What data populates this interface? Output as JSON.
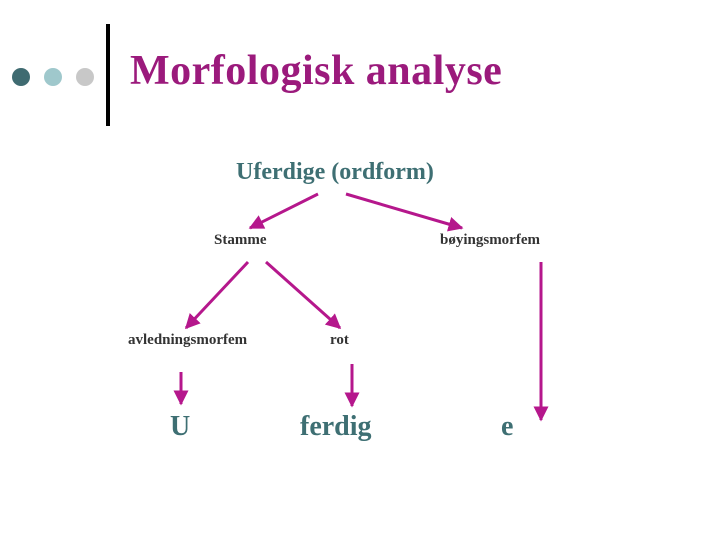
{
  "slide": {
    "title": "Morfologisk analyse",
    "colors": {
      "title": "#9b1a7c",
      "teal_text": "#3e6f73",
      "arrow": "#b5178c",
      "dots": [
        "#3f6b71",
        "#9fc8cc",
        "#c8c8c8"
      ]
    }
  },
  "tree": {
    "root": "Uferdige (ordform)",
    "stem": "Stamme",
    "inflection_morpheme": "bøyingsmorfem",
    "derivation_morpheme": "avledningsmorfem",
    "root_morpheme": "rot"
  },
  "parts": {
    "prefix": "U",
    "root": "ferdig",
    "suffix": "e"
  }
}
